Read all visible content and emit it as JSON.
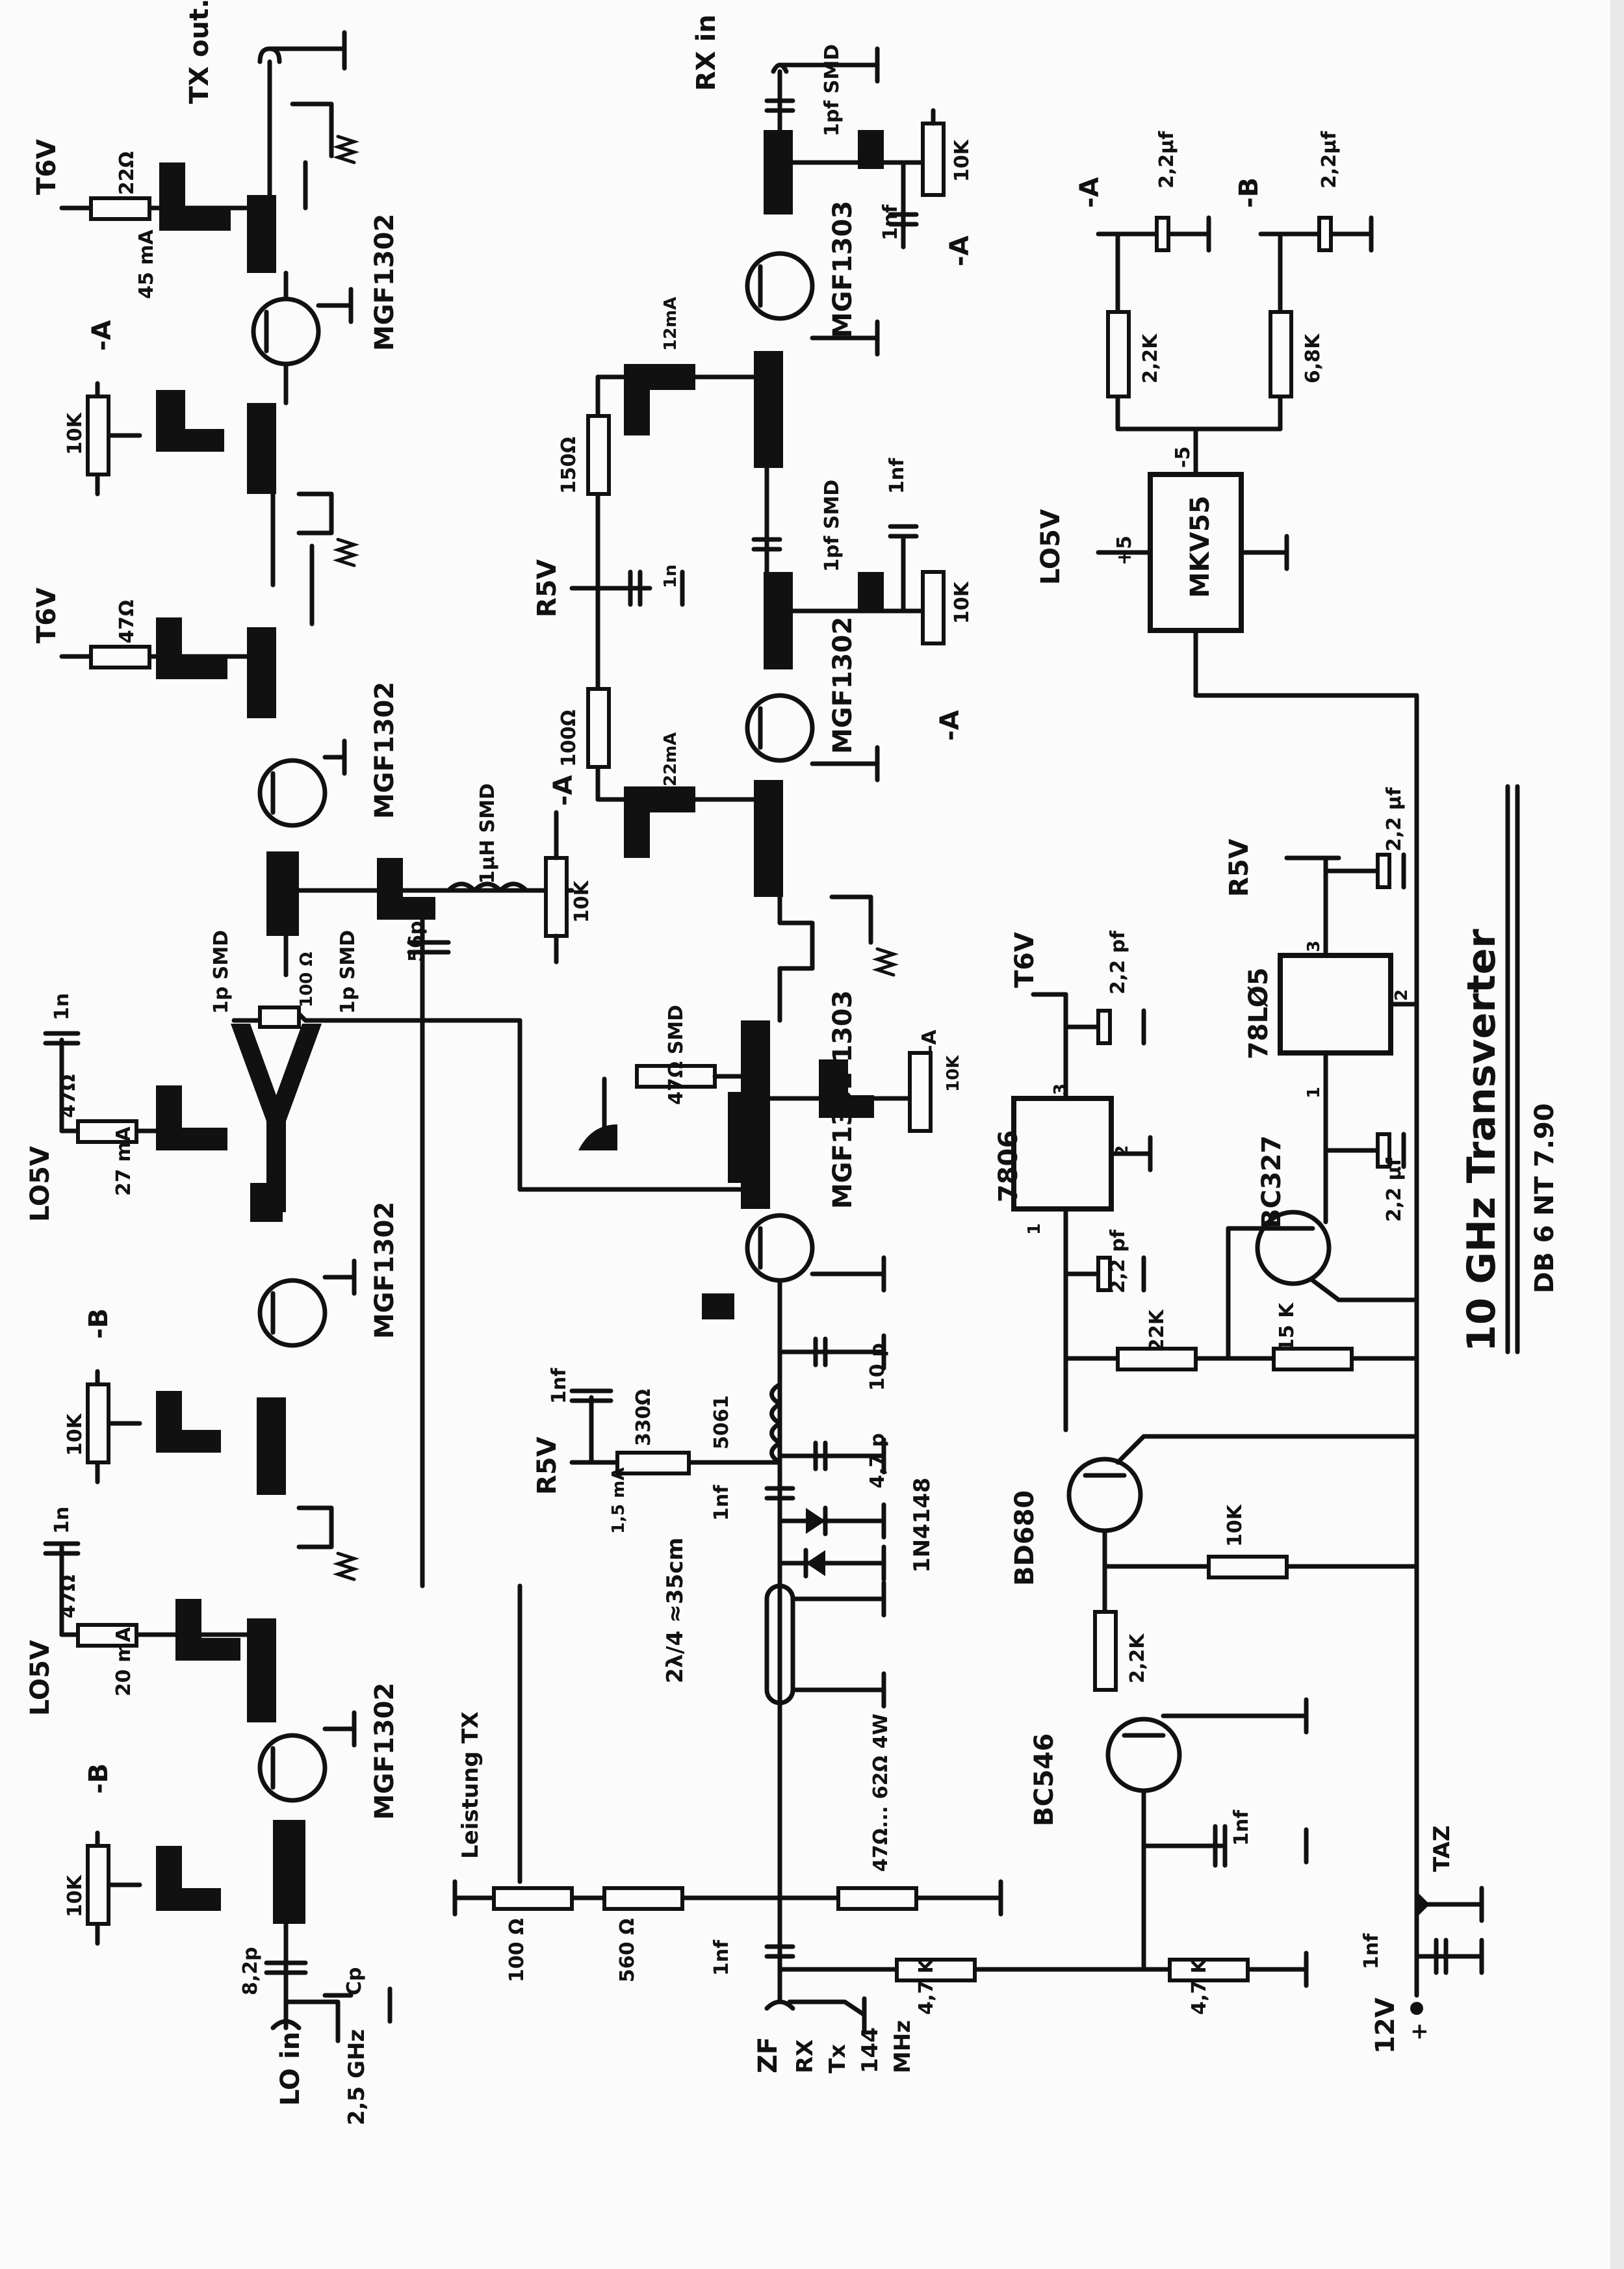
{
  "title": "10 GHz Transverter",
  "author_date": "DB 6 NT 7.90",
  "ports": {
    "tx_out": "TX out.",
    "rx_in": "RX in",
    "lo_in": "LO in",
    "lo_freq": "2,5 GHz",
    "if_port": "ZF",
    "if_modes": [
      "RX",
      "Tx",
      "144",
      "MHz"
    ],
    "supply": "12V",
    "supply_plus": "+",
    "power_label": "Leistung TX",
    "taz": "TAZ"
  },
  "rails": {
    "t6v": "T6V",
    "lo5v": "LO5V",
    "r5v": "R5V",
    "neg_a": "-A",
    "neg_b": "-B",
    "plus5": "+5",
    "minus5": "-5"
  },
  "transistors": {
    "mgf1302": "MGF1302",
    "mgf1303": "MGF1303",
    "mgf1302_1303": "MGF1302 1303",
    "bc327": "BC327",
    "bd680": "BD680",
    "bc546": "BC546"
  },
  "ics": {
    "mkv55": "MKV55",
    "r7806": "7806",
    "r78l05": "78LØ5",
    "pin1": "1",
    "pin2": "2",
    "pin3": "3"
  },
  "resistors": {
    "r22": "22Ω",
    "r47": "47Ω",
    "r47smd": "47Ω SMD",
    "r10k": "10K",
    "r150": "150Ω",
    "r100": "100Ω",
    "r330": "330Ω",
    "r2k2": "2,2K",
    "r6k8": "6,8K",
    "r22k": "22K",
    "r15k": "15 K",
    "r100ohm": "100 Ω",
    "r560": "560 Ω",
    "r47k": "4,7 K",
    "rload": "47Ω... 62Ω 4W",
    "r100split": "100 Ω"
  },
  "capacitors": {
    "c1n": "1n",
    "c1nf": "1nf",
    "c1pf": "1pf",
    "c1pfsmd": "1pf SMD",
    "c1psmd": "1p SMD",
    "c2u2": "2,2µf",
    "c2p2": "2,2 pf",
    "c56p": "56p",
    "c10p": "10 p",
    "c4p7": "4,7 p",
    "c8p2": "8,2p",
    "cp": "Cp",
    "c22uf": "2,2 µf"
  },
  "currents": {
    "i45": "45 mA",
    "i27": "27 mA",
    "i20": "20 mA",
    "i12": "12mA",
    "i22": "22mA",
    "i15": "1,5 mA"
  },
  "misc": {
    "inductor": "1µH SMD",
    "coil": "5061",
    "diodes": "1N4148",
    "coax": "2λ/4 ≈35cm"
  }
}
